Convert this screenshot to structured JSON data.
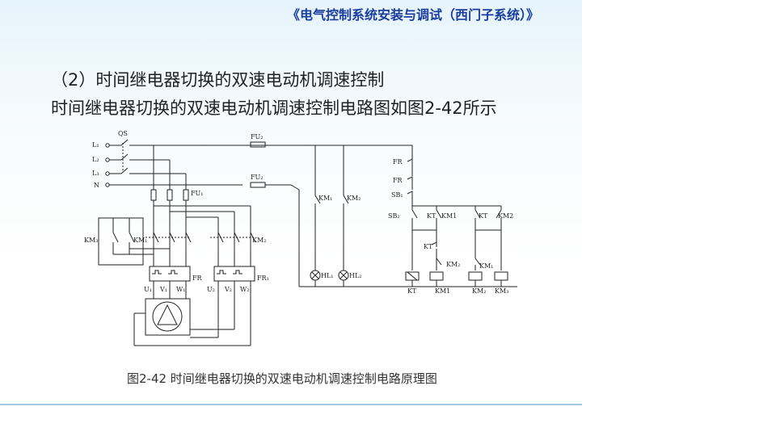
{
  "header": {
    "title": "《电气控制系统安装与调试（西门子系统）》"
  },
  "section": {
    "heading": "（2）时间继电器切换的双速电动机调速控制"
  },
  "body": {
    "text": "时间继电器切换的双速电动机调速控制电路图如图2-42所示"
  },
  "caption": {
    "text": "图2-42  时间继电器切换的双速电动机调速控制电路原理图"
  },
  "diagram": {
    "labels": {
      "qs": "QS",
      "l1": "L₁",
      "l2": "L₂",
      "l3": "L₃",
      "n": "N",
      "fu1": "FU₁",
      "fu2_top": "FU₂",
      "fu2_mid": "FU₂",
      "km1_main": "KM₁",
      "km2_main": "KM₂",
      "km3_main": "KM₃",
      "fr_left": "FR",
      "fr1_right": "FR₁",
      "u1": "U₁",
      "v1": "V₁",
      "w1": "W₁",
      "u2": "U₂",
      "v2": "V₂",
      "w2": "W₂",
      "km1_aux": "KM₁",
      "km2_aux": "KM₂",
      "hl1": "HL₁",
      "hl2": "HL₂",
      "fr_c1": "FR",
      "fr_c2": "FR",
      "sb1": "SB₁",
      "sb2": "SB₂",
      "kt_c": "KT",
      "km1_c": "KM1",
      "kt_c2": "KT",
      "km2_c": "KM2",
      "kt_c3": "KT",
      "km2_ic": "KM₂",
      "km1_ic": "KM₁",
      "coil_kt": "KT",
      "coil_km1": "KM1",
      "coil_km2": "KM₂",
      "coil_km3": "KM₃"
    }
  },
  "colors": {
    "header": "#1a3d9e",
    "accent_line": "#9fc9e6"
  }
}
